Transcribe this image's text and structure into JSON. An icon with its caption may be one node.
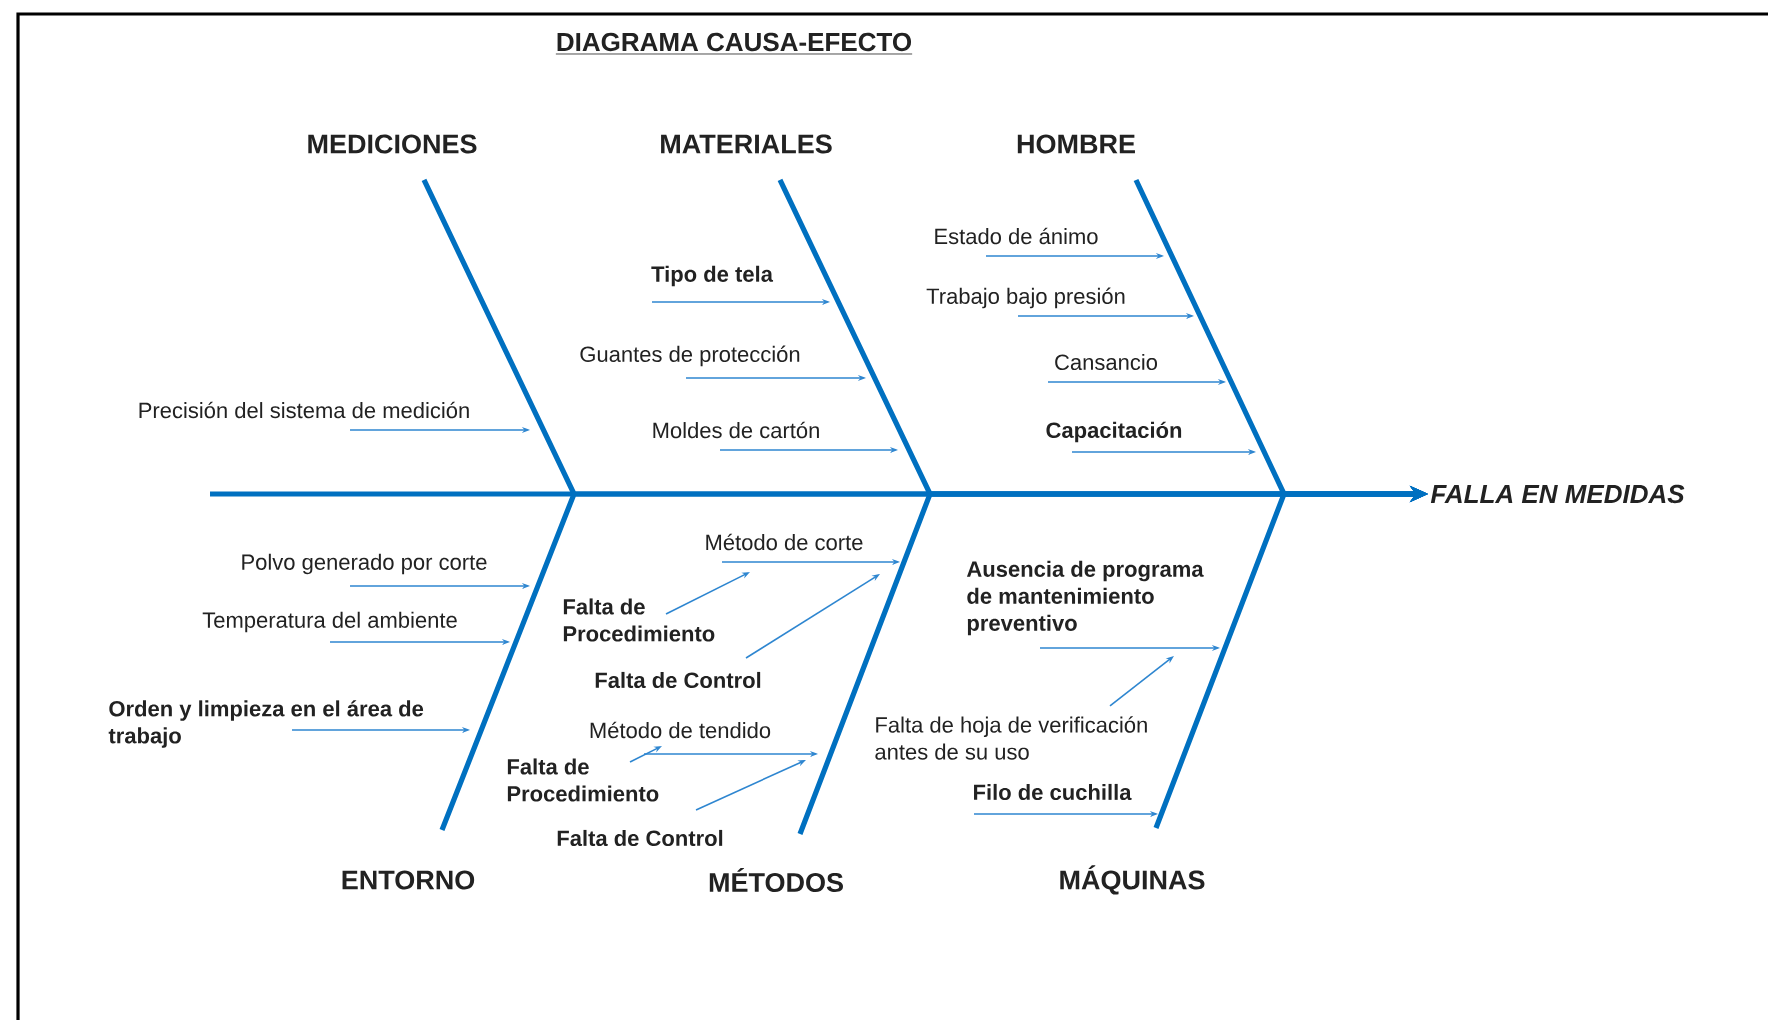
{
  "diagram": {
    "title": "DIAGRAMA CAUSA-EFECTO",
    "nodes": [
      {
        "text": [
          "MEDICIONES"
        ]
      },
      {
        "text": [
          "MATERIALES"
        ]
      },
      {
        "text": [
          "HOMBRE"
        ]
      },
      {
        "text": [
          "Precisión del sistema de medición"
        ]
      },
      {
        "text": [
          "Tipo de tela"
        ]
      },
      {
        "text": [
          "Guantes de protección"
        ]
      },
      {
        "text": [
          "Moldes de cartón"
        ]
      },
      {
        "text": [
          "Estado de ánimo"
        ]
      },
      {
        "text": [
          "Trabajo bajo presión"
        ]
      },
      {
        "text": [
          "Cansancio"
        ]
      },
      {
        "text": [
          "Capacitación"
        ]
      },
      {
        "text": [
          "FALLA EN MEDIDAS"
        ]
      },
      {
        "text": [
          "Polvo generado por corte"
        ]
      },
      {
        "text": [
          "Temperatura del ambiente"
        ]
      },
      {
        "text": [
          "Orden y limpieza en el área de trabajo"
        ]
      },
      {
        "text": [
          "Método de corte"
        ]
      },
      {
        "text": [
          "Falta de Procedimiento"
        ]
      },
      {
        "text": [
          "Falta de Control"
        ]
      },
      {
        "text": [
          "Método de tendido"
        ]
      },
      {
        "text": [
          "Falta de Procedimiento"
        ]
      },
      {
        "text": [
          "Falta de Control"
        ]
      },
      {
        "text": [
          "Ausencia de programa de mantenimiento preventivo"
        ]
      },
      {
        "text": [
          "Falta de hoja de verificación antes de su uso"
        ]
      },
      {
        "text": [
          "Filo de cuchilla"
        ]
      },
      {
        "text": [
          "ENTORNO"
        ]
      },
      {
        "text": [
          "MÉTODOS"
        ]
      },
      {
        "text": [
          "MÁQUINAS"
        ]
      }
    ],
    "edges": [
      {
        "from": 0,
        "to": 11,
        "arrow": "to",
        "style": "thick"
      },
      {
        "from": 1,
        "to": 11,
        "arrow": "to",
        "style": "thick"
      },
      {
        "from": 2,
        "to": 11,
        "arrow": "to",
        "style": "thick"
      },
      {
        "from": 24,
        "to": 11,
        "arrow": "to",
        "style": "thick"
      },
      {
        "from": 25,
        "to": 11,
        "arrow": "to",
        "style": "thick"
      },
      {
        "from": 26,
        "to": 11,
        "arrow": "to",
        "style": "thick"
      },
      {
        "from": 3,
        "to": null,
        "arrow": "to"
      },
      {
        "from": 4,
        "to": null,
        "arrow": "to"
      },
      {
        "from": 5,
        "to": null,
        "arrow": "to"
      },
      {
        "from": 6,
        "to": null,
        "arrow": "to"
      },
      {
        "from": 7,
        "to": null,
        "arrow": "to"
      },
      {
        "from": 8,
        "to": null,
        "arrow": "to"
      },
      {
        "from": 9,
        "to": null,
        "arrow": "to"
      },
      {
        "from": 10,
        "to": null,
        "arrow": "to"
      },
      {
        "from": 12,
        "to": null,
        "arrow": "to"
      },
      {
        "from": 13,
        "to": null,
        "arrow": "to"
      },
      {
        "from": 14,
        "to": null,
        "arrow": "to"
      },
      {
        "from": 15,
        "to": null,
        "arrow": "to"
      },
      {
        "from": 16,
        "to": 15,
        "arrow": "to"
      },
      {
        "from": 17,
        "to": 15,
        "arrow": "to"
      },
      {
        "from": 18,
        "to": null,
        "arrow": "to"
      },
      {
        "from": 19,
        "to": 18,
        "arrow": "to"
      },
      {
        "from": 20,
        "to": 18,
        "arrow": "to"
      },
      {
        "from": 21,
        "to": null,
        "arrow": "to"
      },
      {
        "from": 22,
        "to": 21,
        "arrow": "to"
      },
      {
        "from": 23,
        "to": null,
        "arrow": "to"
      }
    ]
  }
}
